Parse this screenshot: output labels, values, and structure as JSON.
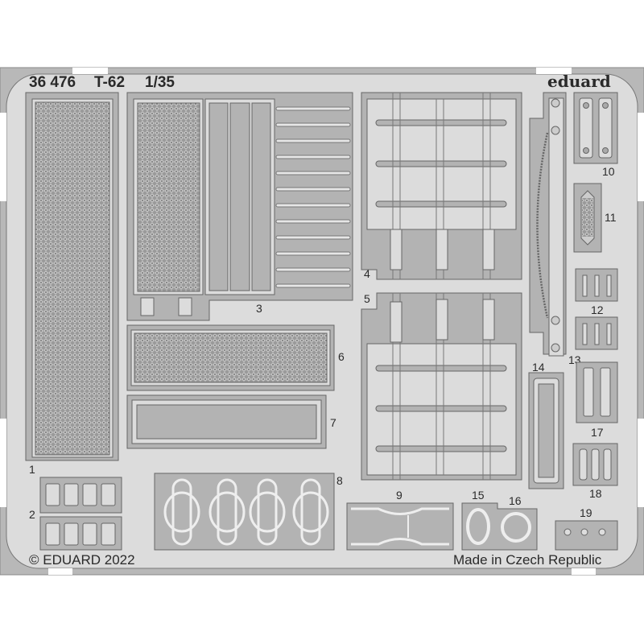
{
  "fret": {
    "product_number": "36 476",
    "model": "T-62",
    "scale": "1/35",
    "brand": "eduard",
    "copyright": "© EDUARD 2022",
    "origin": "Made in Czech Republic"
  },
  "parts": {
    "p1": "1",
    "p2": "2",
    "p3": "3",
    "p4": "4",
    "p5": "5",
    "p6": "6",
    "p7": "7",
    "p8": "8",
    "p9": "9",
    "p10": "10",
    "p11": "11",
    "p12": "12",
    "p13": "13",
    "p14": "14",
    "p15": "15",
    "p16": "16",
    "p17": "17",
    "p18": "18",
    "p19": "19"
  },
  "colors": {
    "fret": "#dcdcdc",
    "etched": "#b3b3b3",
    "outline": "#666666"
  }
}
